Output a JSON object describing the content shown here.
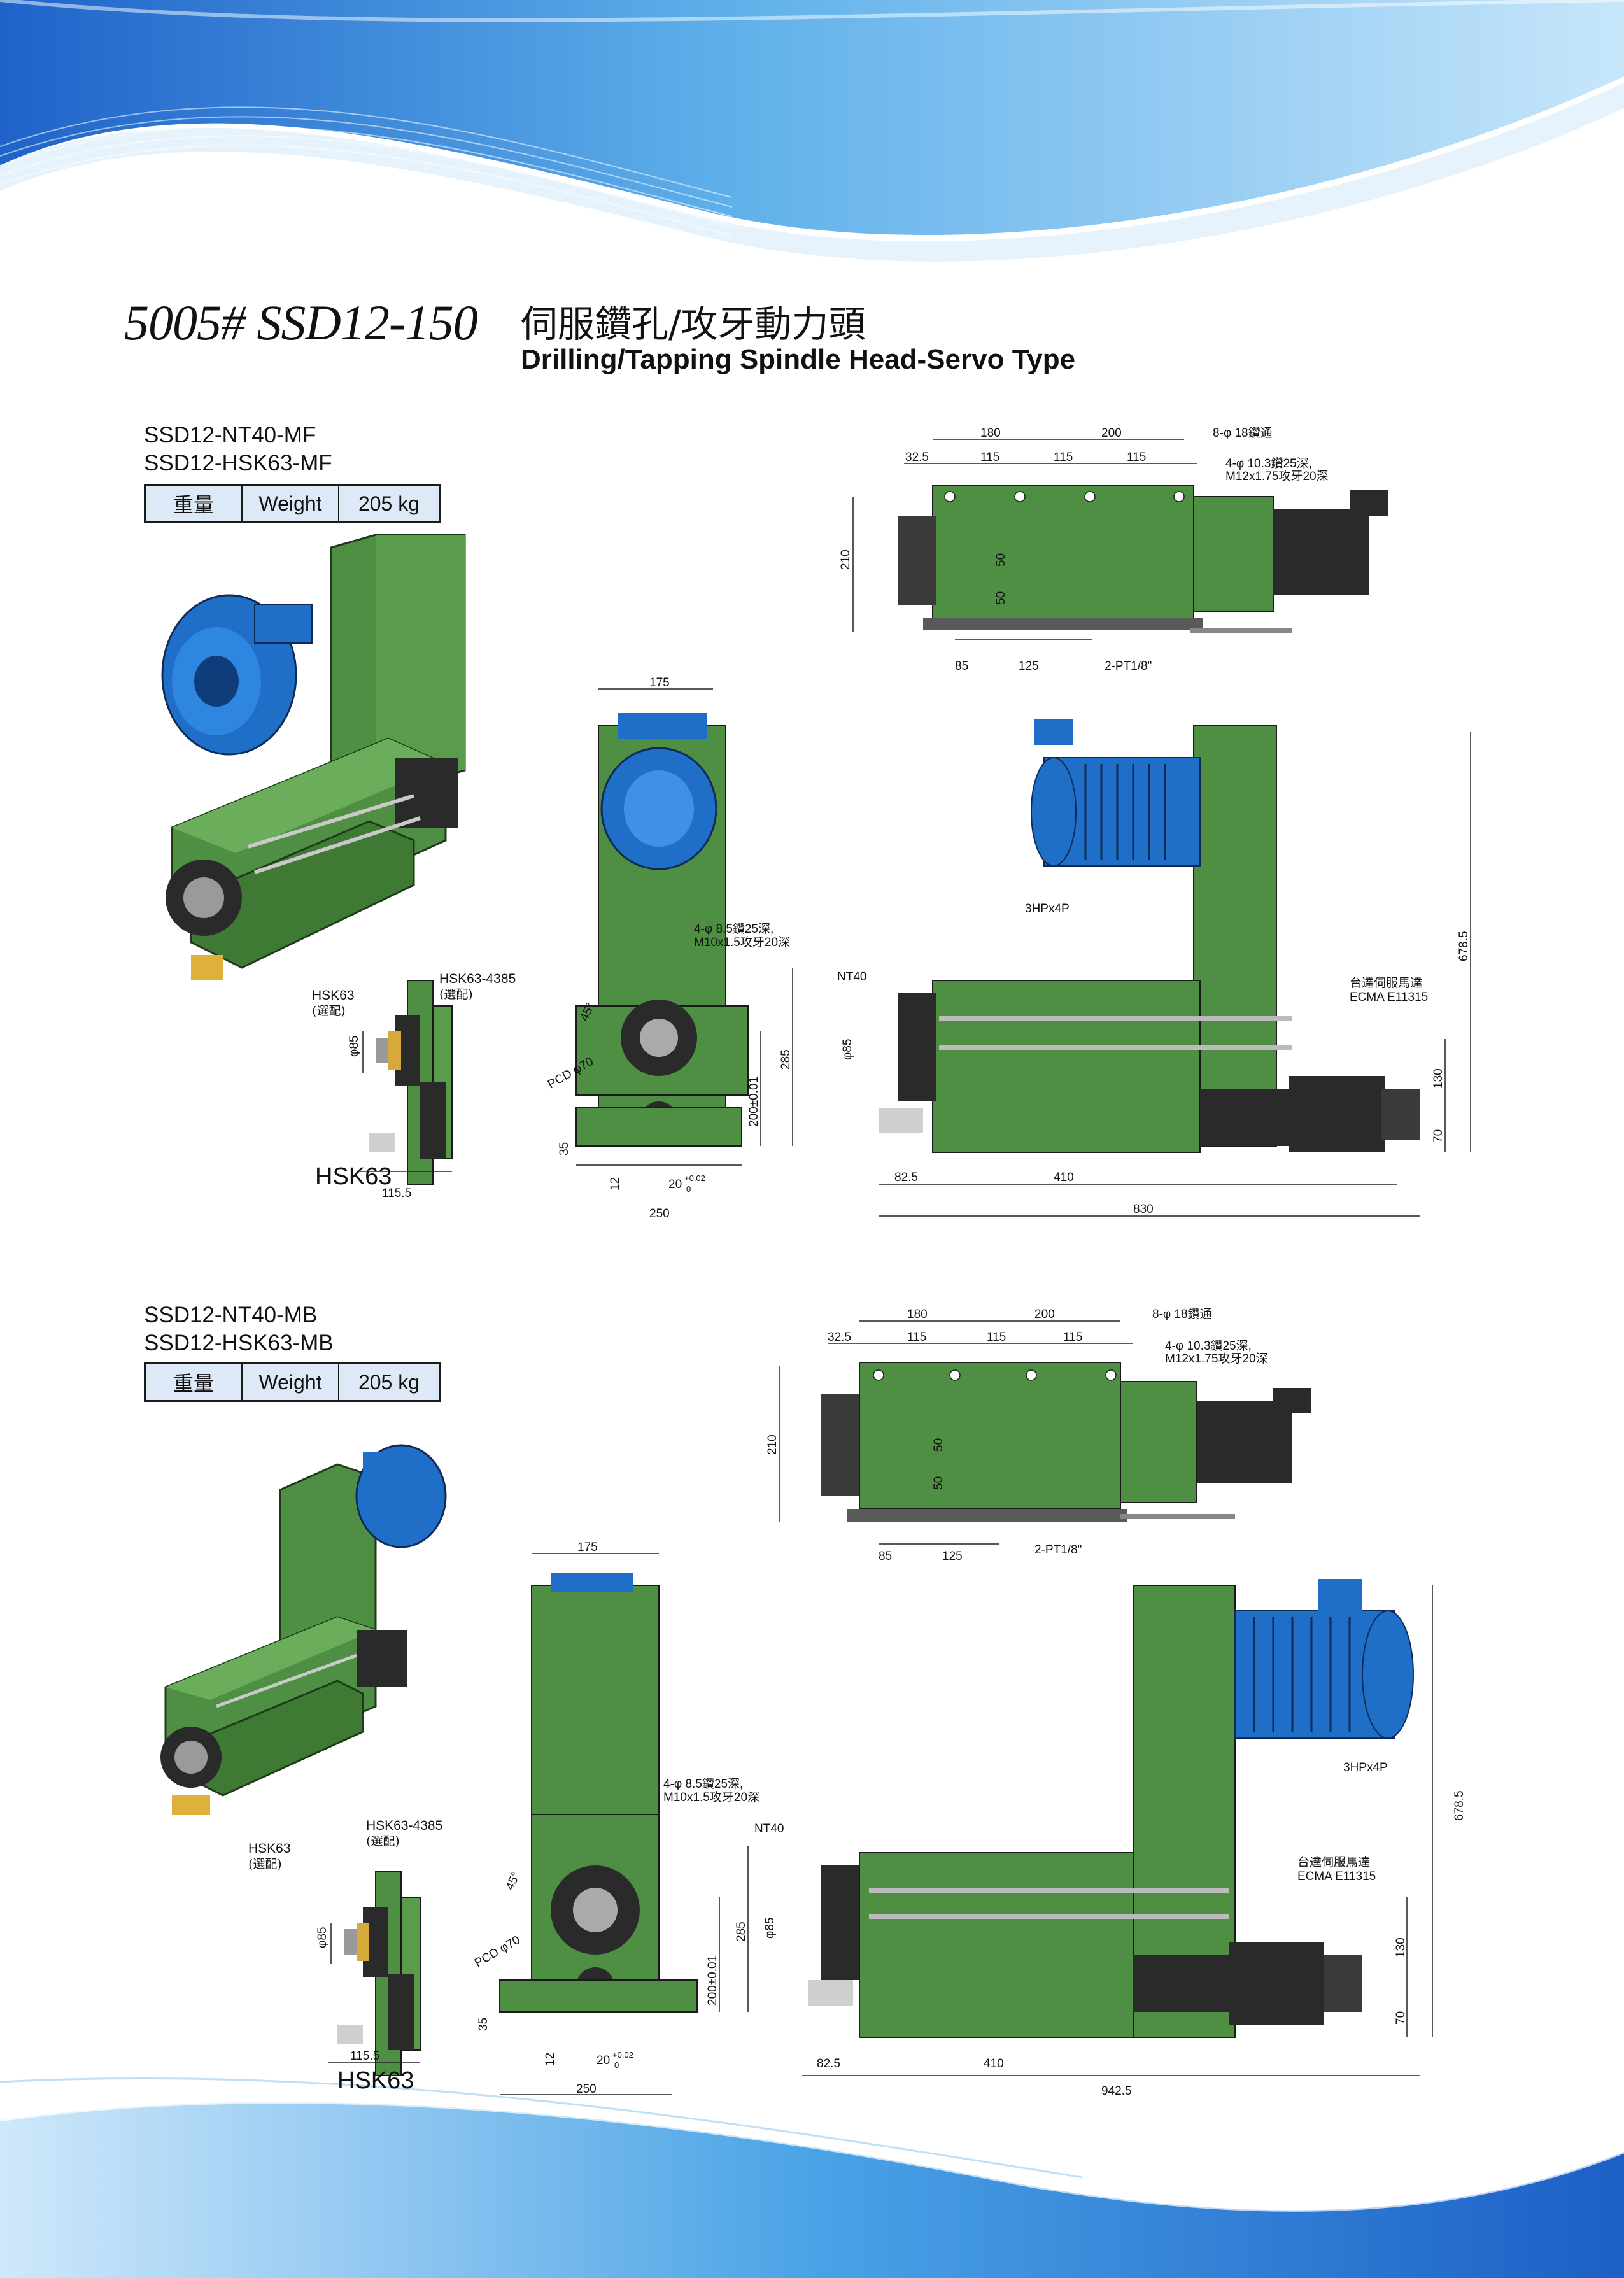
{
  "header": {
    "model_code": "5005# SSD12-150",
    "title_zh": "伺服鑽孔/攻牙動力頭",
    "title_en": "Drilling/Tapping Spindle Head-Servo Type"
  },
  "sections": [
    {
      "models": [
        "SSD12-NT40-MF",
        "SSD12-HSK63-MF"
      ],
      "weight": {
        "label_zh": "重量",
        "label_en": "Weight",
        "value": "205 kg"
      },
      "top_view": {
        "d180": "180",
        "d200": "200",
        "d32_5": "32.5",
        "d115a": "115",
        "d115b": "115",
        "d115c": "115",
        "d210": "210",
        "d50a": "50",
        "d50b": "50",
        "d85": "85",
        "d125": "125",
        "holes": "8-φ 18鑽通",
        "tap1": "4-φ 10.3鑽25深,",
        "tap2": "M12x1.75攻牙20深",
        "pt": "2-PT1/8\""
      },
      "front_view": {
        "d175": "175",
        "tap1": "4-φ 8.5鑽25深,",
        "tap2": "M10x1.5攻牙20深",
        "angle": "45°",
        "pcd": "PCD φ70",
        "d200": "200±0.01",
        "d285": "285",
        "d35": "35",
        "d12": "12",
        "d20": "20",
        "tol": "+0.02",
        "tol0": "0",
        "d250": "250"
      },
      "side_view": {
        "motor": "3HPx4P",
        "nt40": "NT40",
        "servo1": "台達伺服馬達",
        "servo2": "ECMA E11315",
        "d678": "678.5",
        "d130": "130",
        "d70": "70",
        "phi85": "φ85",
        "d82": "82.5",
        "d410": "410",
        "total": "830"
      },
      "hsk": {
        "hsk63": "HSK63",
        "opt": "(選配)",
        "hsk4385": "HSK63-4385",
        "phi85": "φ85",
        "d115": "115.5",
        "title": "HSK63"
      }
    },
    {
      "models": [
        "SSD12-NT40-MB",
        "SSD12-HSK63-MB"
      ],
      "weight": {
        "label_zh": "重量",
        "label_en": "Weight",
        "value": "205 kg"
      },
      "top_view": {
        "d180": "180",
        "d200": "200",
        "d32_5": "32.5",
        "d115a": "115",
        "d115b": "115",
        "d115c": "115",
        "d210": "210",
        "d50a": "50",
        "d50b": "50",
        "d85": "85",
        "d125": "125",
        "holes": "8-φ 18鑽通",
        "tap1": "4-φ 10.3鑽25深,",
        "tap2": "M12x1.75攻牙20深",
        "pt": "2-PT1/8\""
      },
      "front_view": {
        "d175": "175",
        "tap1": "4-φ 8.5鑽25深,",
        "tap2": "M10x1.5攻牙20深",
        "angle": "45°",
        "pcd": "PCD φ70",
        "d200": "200±0.01",
        "d285": "285",
        "d35": "35",
        "d12": "12",
        "d20": "20",
        "tol": "+0.02",
        "tol0": "0",
        "d250": "250"
      },
      "side_view": {
        "motor": "3HPx4P",
        "nt40": "NT40",
        "servo1": "台達伺服馬達",
        "servo2": "ECMA E11315",
        "d678": "678.5",
        "d130": "130",
        "d70": "70",
        "phi85": "φ85",
        "d82": "82.5",
        "d410": "410",
        "total": "942.5"
      },
      "hsk": {
        "hsk63": "HSK63",
        "opt": "(選配)",
        "hsk4385": "HSK63-4385",
        "phi85": "φ85",
        "d115": "115.5",
        "title": "HSK63"
      }
    }
  ],
  "colors": {
    "body_green": "#4f8f43",
    "motor_blue": "#1f6fc8",
    "servo_dark": "#2a2a2a",
    "wave_blue": "#2a86d6",
    "table_fill": "#dde9f7"
  }
}
